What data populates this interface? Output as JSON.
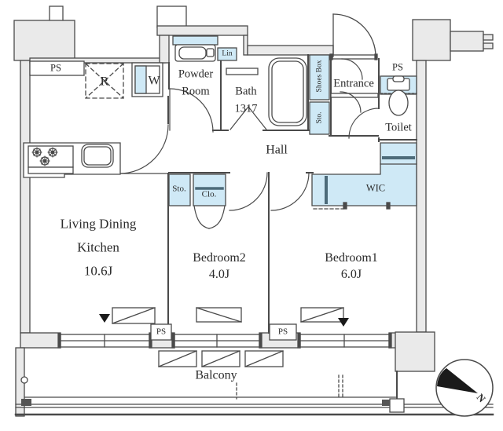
{
  "rooms": {
    "ldk": {
      "name": "Living Dining",
      "name2": "Kitchen",
      "size": "10.6J"
    },
    "bedroom1": {
      "name": "Bedroom1",
      "size": "6.0J"
    },
    "bedroom2": {
      "name": "Bedroom2",
      "size": "4.0J"
    },
    "bath": {
      "name": "Bath",
      "size": "1317"
    },
    "powder_room": {
      "line1": "Powder",
      "line2": "Room"
    },
    "toilet": {
      "name": "Toilet"
    },
    "entrance": {
      "name": "Entrance"
    },
    "hall": {
      "name": "Hall"
    },
    "balcony": {
      "name": "Balcony"
    },
    "wic": {
      "name": "WIC"
    }
  },
  "fixtures": {
    "refrigerator": "R",
    "washer": "W",
    "linen": "Lin",
    "shoes_box": "Shoes Box",
    "storage_entrance": "Sto.",
    "storage_hall": "Sto.",
    "closet": "Clo."
  },
  "shafts": {
    "ps_top_left": "PS",
    "ps_toilet": "PS",
    "ps_bottom_left": "PS",
    "ps_bottom_mid": "PS"
  },
  "compass": {
    "north": "N"
  },
  "colors": {
    "wall_fill": "#eaeaea",
    "accent_fill": "#cfe9f6",
    "line": "#4a4a4a"
  }
}
